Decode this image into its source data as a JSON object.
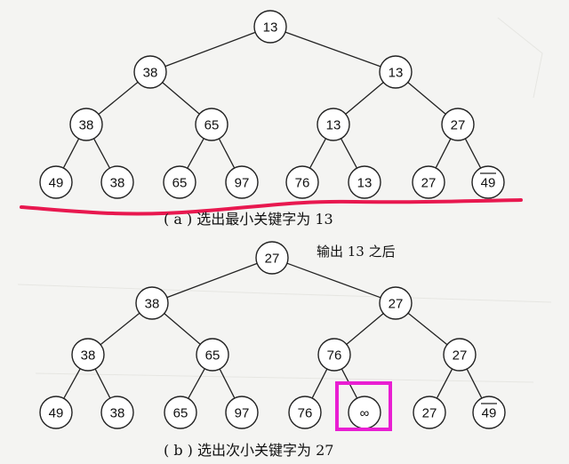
{
  "tree_a": {
    "caption": "( a ) 选出最小关键字为 13",
    "nodes": [
      {
        "id": "a1",
        "label": "13"
      },
      {
        "id": "a2",
        "label": "38"
      },
      {
        "id": "a3",
        "label": "13"
      },
      {
        "id": "a4",
        "label": "38"
      },
      {
        "id": "a5",
        "label": "65"
      },
      {
        "id": "a6",
        "label": "13"
      },
      {
        "id": "a7",
        "label": "27"
      },
      {
        "id": "a8",
        "label": "49"
      },
      {
        "id": "a9",
        "label": "38"
      },
      {
        "id": "a10",
        "label": "65"
      },
      {
        "id": "a11",
        "label": "97"
      },
      {
        "id": "a12",
        "label": "76"
      },
      {
        "id": "a13",
        "label": "13"
      },
      {
        "id": "a14",
        "label": "27"
      },
      {
        "id": "a15",
        "label": "49",
        "overline": true
      }
    ],
    "edges": [
      [
        "a1",
        "a2"
      ],
      [
        "a1",
        "a3"
      ],
      [
        "a2",
        "a4"
      ],
      [
        "a2",
        "a5"
      ],
      [
        "a3",
        "a6"
      ],
      [
        "a3",
        "a7"
      ],
      [
        "a4",
        "a8"
      ],
      [
        "a4",
        "a9"
      ],
      [
        "a5",
        "a10"
      ],
      [
        "a5",
        "a11"
      ],
      [
        "a6",
        "a12"
      ],
      [
        "a6",
        "a13"
      ],
      [
        "a7",
        "a14"
      ],
      [
        "a7",
        "a15"
      ]
    ]
  },
  "note": "输出 13 之后",
  "tree_b": {
    "caption": "( b ) 选出次小关键字为 27",
    "nodes": [
      {
        "id": "b1",
        "label": "27"
      },
      {
        "id": "b2",
        "label": "38"
      },
      {
        "id": "b3",
        "label": "27"
      },
      {
        "id": "b4",
        "label": "38"
      },
      {
        "id": "b5",
        "label": "65"
      },
      {
        "id": "b6",
        "label": "76"
      },
      {
        "id": "b7",
        "label": "27"
      },
      {
        "id": "b8",
        "label": "49"
      },
      {
        "id": "b9",
        "label": "38"
      },
      {
        "id": "b10",
        "label": "65"
      },
      {
        "id": "b11",
        "label": "97"
      },
      {
        "id": "b12",
        "label": "76"
      },
      {
        "id": "b13",
        "label": "∞",
        "highlight": true
      },
      {
        "id": "b14",
        "label": "27"
      },
      {
        "id": "b15",
        "label": "49",
        "overline": true
      }
    ],
    "edges": [
      [
        "b1",
        "b2"
      ],
      [
        "b1",
        "b3"
      ],
      [
        "b2",
        "b4"
      ],
      [
        "b2",
        "b5"
      ],
      [
        "b3",
        "b6"
      ],
      [
        "b3",
        "b7"
      ],
      [
        "b4",
        "b8"
      ],
      [
        "b4",
        "b9"
      ],
      [
        "b5",
        "b10"
      ],
      [
        "b5",
        "b11"
      ],
      [
        "b6",
        "b12"
      ],
      [
        "b6",
        "b13"
      ],
      [
        "b7",
        "b14"
      ],
      [
        "b7",
        "b15"
      ]
    ]
  },
  "colors": {
    "underline": "#e8184f",
    "highlight_box": "#e91ed2",
    "ink": "#222222"
  }
}
